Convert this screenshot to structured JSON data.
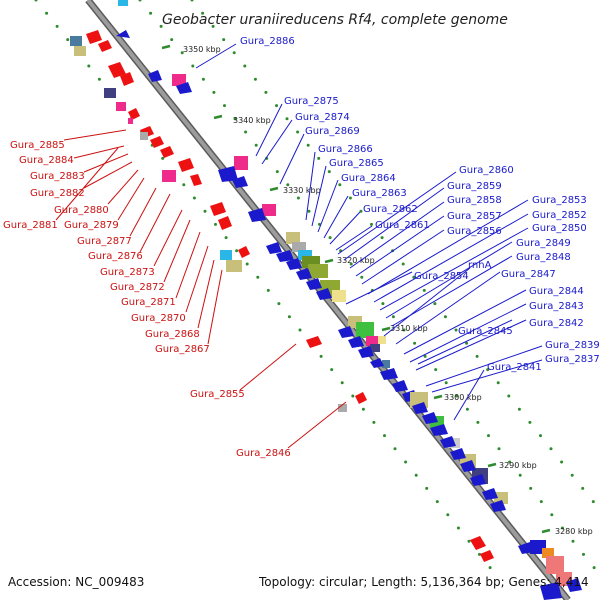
{
  "title": "Geobacter uraniireducens Rf4, complete genome",
  "footer": {
    "accession": "Accession: NC_009483",
    "summary": "Topology: circular; Length: 5,136,364 bp; Genes: 4,414"
  },
  "colors": {
    "forward_strand": "#1a1acc",
    "reverse_strand": "#ee1111",
    "backbone": "#888888",
    "tick_dots": "#2e8b2e"
  },
  "positions": [
    {
      "label": "3350 kbp"
    },
    {
      "label": "3340 kbp"
    },
    {
      "label": "3330 kbp"
    },
    {
      "label": "3320 kbp"
    },
    {
      "label": "3310 kbp"
    },
    {
      "label": "3300 kbp"
    },
    {
      "label": "3290 kbp"
    },
    {
      "label": "3280 kbp"
    }
  ],
  "gene_labels_forward": [
    "Gura_2886",
    "Gura_2875",
    "Gura_2874",
    "Gura_2869",
    "Gura_2866",
    "Gura_2865",
    "Gura_2864",
    "Gura_2863",
    "Gura_2862",
    "Gura_2861",
    "Gura_2860",
    "Gura_2859",
    "Gura_2858",
    "Gura_2857",
    "Gura_2856",
    "Gura_2853",
    "Gura_2852",
    "Gura_2850",
    "Gura_2849",
    "Gura_2848",
    "Gura_2854",
    "rnhA",
    "Gura_2847",
    "Gura_2844",
    "Gura_2843",
    "Gura_2842",
    "Gura_2845",
    "Gura_2839",
    "Gura_2837",
    "Gura_2841"
  ],
  "gene_labels_reverse": [
    "Gura_2885",
    "Gura_2884",
    "Gura_2883",
    "Gura_2882",
    "Gura_2880",
    "Gura_2881",
    "Gura_2879",
    "Gura_2877",
    "Gura_2876",
    "Gura_2873",
    "Gura_2872",
    "Gura_2871",
    "Gura_2870",
    "Gura_2868",
    "Gura_2867",
    "Gura_2855",
    "Gura_2846"
  ]
}
